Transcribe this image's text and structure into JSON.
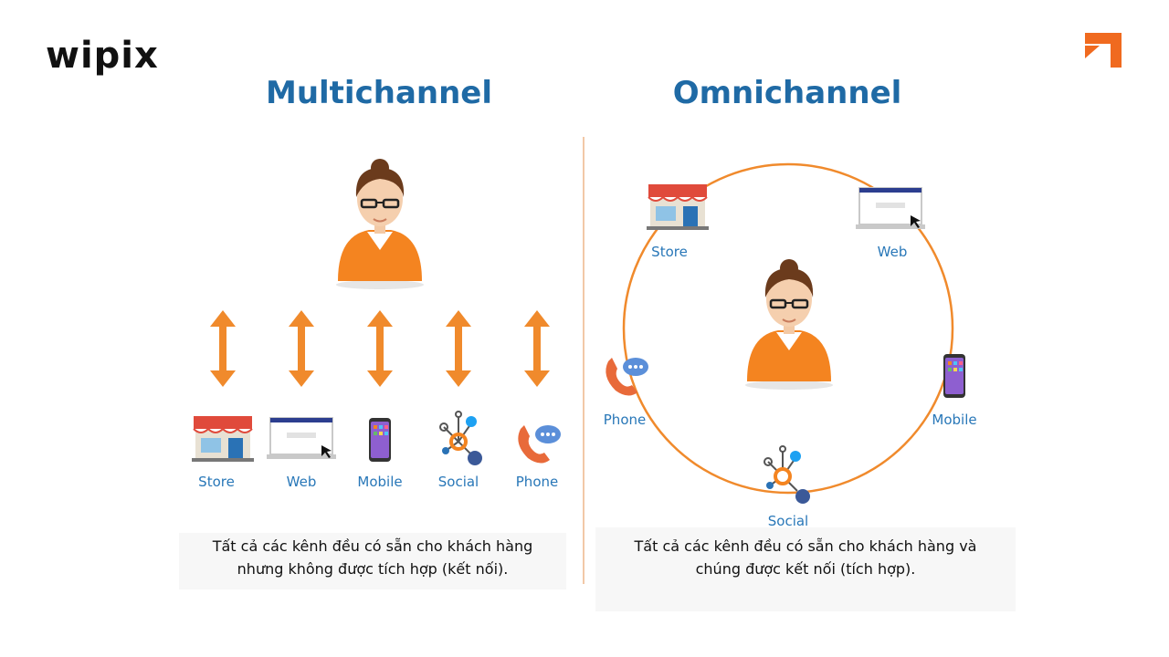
{
  "brand": {
    "name": "wipix"
  },
  "multichannel": {
    "title": "Multichannel",
    "channels": [
      "Store",
      "Web",
      "Mobile",
      "Social",
      "Phone"
    ],
    "caption_line1": "Tất cả các kênh đều có sẵn cho khách hàng",
    "caption_line2": "nhưng không được tích hợp (kết nối)."
  },
  "omnichannel": {
    "title": "Omnichannel",
    "channels": {
      "store": "Store",
      "web": "Web",
      "phone": "Phone",
      "mobile": "Mobile",
      "social": "Social"
    },
    "caption_line1": "Tất cả các kênh đều có sẵn cho khách hàng và",
    "caption_line2": "chúng được kết nối (tích hợp)."
  },
  "colors": {
    "accent_orange": "#f08a2c",
    "heading_blue": "#1f6aa5",
    "label_blue": "#2877b8"
  },
  "icons": [
    "person-icon",
    "store-icon",
    "laptop-icon",
    "mobile-phone-icon",
    "social-network-icon",
    "telephone-icon",
    "double-arrow-icon",
    "corner-arrow-icon"
  ]
}
